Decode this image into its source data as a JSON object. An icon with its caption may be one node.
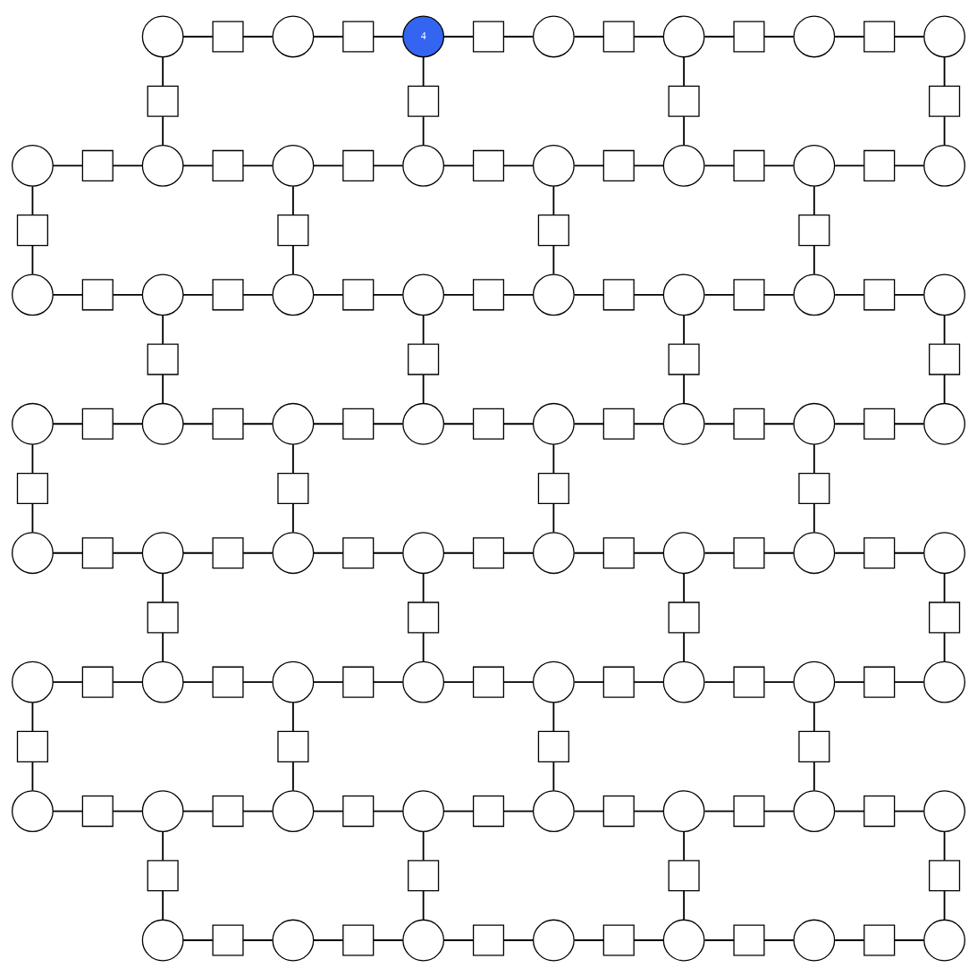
{
  "diagram": {
    "nodes": [
      {
        "text": [],
        "shape": "circle"
      },
      {
        "text": [],
        "shape": "box"
      },
      {
        "text": [],
        "shape": "circle"
      },
      {
        "text": [],
        "shape": "box"
      },
      {
        "text": [
          "4"
        ]
      },
      {
        "text": [],
        "shape": "box"
      },
      {
        "text": [],
        "shape": "circle"
      },
      {
        "text": [],
        "shape": "box"
      },
      {
        "text": [],
        "shape": "circle"
      },
      {
        "text": [],
        "shape": "box"
      },
      {
        "text": [],
        "shape": "circle"
      },
      {
        "text": [],
        "shape": "box"
      },
      {
        "text": [],
        "shape": "circle"
      },
      {
        "text": [],
        "shape": "box"
      },
      {
        "text": [],
        "shape": "box"
      },
      {
        "text": [],
        "shape": "box"
      },
      {
        "text": [],
        "shape": "box"
      },
      {
        "text": [],
        "shape": "circle"
      },
      {
        "text": [],
        "shape": "box"
      },
      {
        "text": [],
        "shape": "circle"
      },
      {
        "text": [],
        "shape": "box"
      },
      {
        "text": [],
        "shape": "circle"
      },
      {
        "text": [],
        "shape": "box"
      },
      {
        "text": [],
        "shape": "circle"
      },
      {
        "text": [],
        "shape": "box"
      },
      {
        "text": [],
        "shape": "circle"
      },
      {
        "text": [],
        "shape": "box"
      },
      {
        "text": [],
        "shape": "circle"
      },
      {
        "text": [],
        "shape": "box"
      },
      {
        "text": [],
        "shape": "circle"
      },
      {
        "text": [],
        "shape": "box"
      },
      {
        "text": [],
        "shape": "circle"
      },
      {
        "text": [],
        "shape": "box"
      },
      {
        "text": [],
        "shape": "box"
      },
      {
        "text": [],
        "shape": "box"
      },
      {
        "text": [],
        "shape": "box"
      },
      {
        "text": [],
        "shape": "circle"
      },
      {
        "text": [],
        "shape": "box"
      },
      {
        "text": [],
        "shape": "circle"
      },
      {
        "text": [],
        "shape": "box"
      },
      {
        "text": [],
        "shape": "circle"
      },
      {
        "text": [],
        "shape": "box"
      },
      {
        "text": [],
        "shape": "circle"
      },
      {
        "text": [],
        "shape": "box"
      },
      {
        "text": [],
        "shape": "circle"
      },
      {
        "text": [],
        "shape": "box"
      },
      {
        "text": [],
        "shape": "circle"
      },
      {
        "text": [],
        "shape": "box"
      },
      {
        "text": [],
        "shape": "circle"
      },
      {
        "text": [],
        "shape": "box"
      },
      {
        "text": [],
        "shape": "circle"
      },
      {
        "text": [],
        "shape": "box"
      },
      {
        "text": [],
        "shape": "box"
      },
      {
        "text": [],
        "shape": "box"
      },
      {
        "text": [],
        "shape": "box"
      },
      {
        "text": [],
        "shape": "circle"
      },
      {
        "text": [],
        "shape": "box"
      },
      {
        "text": [],
        "shape": "circle"
      },
      {
        "text": [],
        "shape": "box"
      },
      {
        "text": [],
        "shape": "circle"
      },
      {
        "text": [],
        "shape": "box"
      },
      {
        "text": [],
        "shape": "circle"
      },
      {
        "text": [],
        "shape": "box"
      },
      {
        "text": [],
        "shape": "circle"
      },
      {
        "text": [],
        "shape": "box"
      },
      {
        "text": [],
        "shape": "circle"
      },
      {
        "text": [],
        "shape": "box"
      },
      {
        "text": [],
        "shape": "circle"
      },
      {
        "text": [],
        "shape": "box"
      },
      {
        "text": [],
        "shape": "circle"
      },
      {
        "text": [],
        "shape": "box"
      },
      {
        "text": [],
        "shape": "box"
      },
      {
        "text": [],
        "shape": "box"
      },
      {
        "text": [],
        "shape": "box"
      },
      {
        "text": [],
        "shape": "circle"
      },
      {
        "text": [],
        "shape": "box"
      },
      {
        "text": [],
        "shape": "circle"
      },
      {
        "text": [],
        "shape": "box"
      },
      {
        "text": [],
        "shape": "circle"
      },
      {
        "text": [],
        "shape": "box"
      },
      {
        "text": [],
        "shape": "circle"
      },
      {
        "text": [],
        "shape": "box"
      },
      {
        "text": [],
        "shape": "circle"
      },
      {
        "text": [],
        "shape": "box"
      },
      {
        "text": [],
        "shape": "circle"
      },
      {
        "text": [],
        "shape": "box"
      },
      {
        "text": [],
        "shape": "circle"
      },
      {
        "text": [],
        "shape": "box"
      },
      {
        "text": [],
        "shape": "circle"
      },
      {
        "text": [],
        "shape": "box"
      },
      {
        "text": [],
        "shape": "box"
      },
      {
        "text": [],
        "shape": "box"
      },
      {
        "text": [],
        "shape": "box"
      },
      {
        "text": [],
        "shape": "circle"
      },
      {
        "text": [],
        "shape": "box"
      },
      {
        "text": [],
        "shape": "circle"
      },
      {
        "text": [],
        "shape": "box"
      },
      {
        "text": [],
        "shape": "circle"
      },
      {
        "text": [],
        "shape": "box"
      },
      {
        "text": [],
        "shape": "circle"
      },
      {
        "text": [],
        "shape": "box"
      },
      {
        "text": [],
        "shape": "circle"
      },
      {
        "text": [],
        "shape": "box"
      },
      {
        "text": [],
        "shape": "circle"
      },
      {
        "text": [],
        "shape": "box"
      },
      {
        "text": [],
        "shape": "circle"
      },
      {
        "text": [],
        "shape": "box"
      },
      {
        "text": [],
        "shape": "circle"
      },
      {
        "text": [],
        "shape": "box"
      },
      {
        "text": [],
        "shape": "box"
      },
      {
        "text": [],
        "shape": "box"
      },
      {
        "text": [],
        "shape": "box"
      },
      {
        "text": [],
        "shape": "circle"
      },
      {
        "text": [],
        "shape": "box"
      },
      {
        "text": [],
        "shape": "circle"
      },
      {
        "text": [],
        "shape": "box"
      },
      {
        "text": [],
        "shape": "circle"
      },
      {
        "text": [],
        "shape": "box"
      },
      {
        "text": [],
        "shape": "circle"
      },
      {
        "text": [],
        "shape": "box"
      },
      {
        "text": [],
        "shape": "circle"
      },
      {
        "text": [],
        "shape": "box"
      },
      {
        "text": [],
        "shape": "circle"
      },
      {
        "text": [],
        "shape": "box"
      },
      {
        "text": [],
        "shape": "circle"
      },
      {
        "text": [],
        "shape": "box"
      },
      {
        "text": [],
        "shape": "circle"
      },
      {
        "text": [],
        "shape": "box"
      },
      {
        "text": [],
        "shape": "box"
      },
      {
        "text": [],
        "shape": "box"
      },
      {
        "text": [],
        "shape": "box"
      },
      {
        "text": [],
        "shape": "circle"
      },
      {
        "text": [],
        "shape": "box"
      },
      {
        "text": [],
        "shape": "circle"
      },
      {
        "text": [],
        "shape": "box"
      },
      {
        "text": [],
        "shape": "circle"
      },
      {
        "text": [],
        "shape": "box"
      },
      {
        "text": [],
        "shape": "circle"
      },
      {
        "text": [],
        "shape": "box"
      },
      {
        "text": [],
        "shape": "circle"
      },
      {
        "text": [],
        "shape": "box"
      },
      {
        "text": [],
        "shape": "circle"
      },
      {
        "text": [],
        "shape": "box"
      },
      {
        "text": [],
        "shape": "circle"
      }
    ],
    "edges": [
      {
        "from": 0,
        "to": 1,
        "arrow": "none"
      },
      {
        "from": 1,
        "to": 2,
        "arrow": "none"
      },
      {
        "from": 2,
        "to": 3,
        "arrow": "none"
      },
      {
        "from": 3,
        "to": 4,
        "arrow": "none"
      },
      {
        "from": 4,
        "to": 5,
        "arrow": "none"
      },
      {
        "from": 5,
        "to": 6,
        "arrow": "none"
      },
      {
        "from": 6,
        "to": 7,
        "arrow": "none"
      },
      {
        "from": 7,
        "to": 8,
        "arrow": "none"
      },
      {
        "from": 8,
        "to": 9,
        "arrow": "none"
      },
      {
        "from": 9,
        "to": 10,
        "arrow": "none"
      },
      {
        "from": 10,
        "to": 11,
        "arrow": "none"
      },
      {
        "from": 11,
        "to": 12,
        "arrow": "none"
      },
      {
        "from": 0,
        "to": 13,
        "arrow": "none"
      },
      {
        "from": 13,
        "to": 19,
        "arrow": "none"
      },
      {
        "from": 4,
        "to": 14,
        "arrow": "none"
      },
      {
        "from": 14,
        "to": 23,
        "arrow": "none"
      },
      {
        "from": 8,
        "to": 15,
        "arrow": "none"
      },
      {
        "from": 15,
        "to": 27,
        "arrow": "none"
      },
      {
        "from": 12,
        "to": 16,
        "arrow": "none"
      },
      {
        "from": 16,
        "to": 31,
        "arrow": "none"
      },
      {
        "from": 17,
        "to": 18,
        "arrow": "none"
      },
      {
        "from": 18,
        "to": 19,
        "arrow": "none"
      },
      {
        "from": 19,
        "to": 20,
        "arrow": "none"
      },
      {
        "from": 20,
        "to": 21,
        "arrow": "none"
      },
      {
        "from": 21,
        "to": 22,
        "arrow": "none"
      },
      {
        "from": 22,
        "to": 23,
        "arrow": "none"
      },
      {
        "from": 23,
        "to": 24,
        "arrow": "none"
      },
      {
        "from": 24,
        "to": 25,
        "arrow": "none"
      },
      {
        "from": 25,
        "to": 26,
        "arrow": "none"
      },
      {
        "from": 26,
        "to": 27,
        "arrow": "none"
      },
      {
        "from": 27,
        "to": 28,
        "arrow": "none"
      },
      {
        "from": 28,
        "to": 29,
        "arrow": "none"
      },
      {
        "from": 29,
        "to": 30,
        "arrow": "none"
      },
      {
        "from": 30,
        "to": 31,
        "arrow": "none"
      },
      {
        "from": 17,
        "to": 32,
        "arrow": "none"
      },
      {
        "from": 32,
        "to": 36,
        "arrow": "none"
      },
      {
        "from": 21,
        "to": 33,
        "arrow": "none"
      },
      {
        "from": 33,
        "to": 40,
        "arrow": "none"
      },
      {
        "from": 25,
        "to": 34,
        "arrow": "none"
      },
      {
        "from": 34,
        "to": 44,
        "arrow": "none"
      },
      {
        "from": 29,
        "to": 35,
        "arrow": "none"
      },
      {
        "from": 35,
        "to": 48,
        "arrow": "none"
      },
      {
        "from": 36,
        "to": 37,
        "arrow": "none"
      },
      {
        "from": 37,
        "to": 38,
        "arrow": "none"
      },
      {
        "from": 38,
        "to": 39,
        "arrow": "none"
      },
      {
        "from": 39,
        "to": 40,
        "arrow": "none"
      },
      {
        "from": 40,
        "to": 41,
        "arrow": "none"
      },
      {
        "from": 41,
        "to": 42,
        "arrow": "none"
      },
      {
        "from": 42,
        "to": 43,
        "arrow": "none"
      },
      {
        "from": 43,
        "to": 44,
        "arrow": "none"
      },
      {
        "from": 44,
        "to": 45,
        "arrow": "none"
      },
      {
        "from": 45,
        "to": 46,
        "arrow": "none"
      },
      {
        "from": 46,
        "to": 47,
        "arrow": "none"
      },
      {
        "from": 47,
        "to": 48,
        "arrow": "none"
      },
      {
        "from": 48,
        "to": 49,
        "arrow": "none"
      },
      {
        "from": 49,
        "to": 50,
        "arrow": "none"
      },
      {
        "from": 38,
        "to": 51,
        "arrow": "none"
      },
      {
        "from": 51,
        "to": 57,
        "arrow": "none"
      },
      {
        "from": 42,
        "to": 52,
        "arrow": "none"
      },
      {
        "from": 52,
        "to": 61,
        "arrow": "none"
      },
      {
        "from": 46,
        "to": 53,
        "arrow": "none"
      },
      {
        "from": 53,
        "to": 65,
        "arrow": "none"
      },
      {
        "from": 50,
        "to": 54,
        "arrow": "none"
      },
      {
        "from": 54,
        "to": 69,
        "arrow": "none"
      },
      {
        "from": 55,
        "to": 56,
        "arrow": "none"
      },
      {
        "from": 56,
        "to": 57,
        "arrow": "none"
      },
      {
        "from": 57,
        "to": 58,
        "arrow": "none"
      },
      {
        "from": 58,
        "to": 59,
        "arrow": "none"
      },
      {
        "from": 59,
        "to": 60,
        "arrow": "none"
      },
      {
        "from": 60,
        "to": 61,
        "arrow": "none"
      },
      {
        "from": 61,
        "to": 62,
        "arrow": "none"
      },
      {
        "from": 62,
        "to": 63,
        "arrow": "none"
      },
      {
        "from": 63,
        "to": 64,
        "arrow": "none"
      },
      {
        "from": 64,
        "to": 65,
        "arrow": "none"
      },
      {
        "from": 65,
        "to": 66,
        "arrow": "none"
      },
      {
        "from": 66,
        "to": 67,
        "arrow": "none"
      },
      {
        "from": 67,
        "to": 68,
        "arrow": "none"
      },
      {
        "from": 68,
        "to": 69,
        "arrow": "none"
      },
      {
        "from": 55,
        "to": 70,
        "arrow": "none"
      },
      {
        "from": 70,
        "to": 74,
        "arrow": "none"
      },
      {
        "from": 59,
        "to": 71,
        "arrow": "none"
      },
      {
        "from": 71,
        "to": 78,
        "arrow": "none"
      },
      {
        "from": 63,
        "to": 72,
        "arrow": "none"
      },
      {
        "from": 72,
        "to": 82,
        "arrow": "none"
      },
      {
        "from": 67,
        "to": 73,
        "arrow": "none"
      },
      {
        "from": 73,
        "to": 86,
        "arrow": "none"
      },
      {
        "from": 74,
        "to": 75,
        "arrow": "none"
      },
      {
        "from": 75,
        "to": 76,
        "arrow": "none"
      },
      {
        "from": 76,
        "to": 77,
        "arrow": "none"
      },
      {
        "from": 77,
        "to": 78,
        "arrow": "none"
      },
      {
        "from": 78,
        "to": 79,
        "arrow": "none"
      },
      {
        "from": 79,
        "to": 80,
        "arrow": "none"
      },
      {
        "from": 80,
        "to": 81,
        "arrow": "none"
      },
      {
        "from": 81,
        "to": 82,
        "arrow": "none"
      },
      {
        "from": 82,
        "to": 83,
        "arrow": "none"
      },
      {
        "from": 83,
        "to": 84,
        "arrow": "none"
      },
      {
        "from": 84,
        "to": 85,
        "arrow": "none"
      },
      {
        "from": 85,
        "to": 86,
        "arrow": "none"
      },
      {
        "from": 86,
        "to": 87,
        "arrow": "none"
      },
      {
        "from": 87,
        "to": 88,
        "arrow": "none"
      },
      {
        "from": 76,
        "to": 89,
        "arrow": "none"
      },
      {
        "from": 89,
        "to": 95,
        "arrow": "none"
      },
      {
        "from": 80,
        "to": 90,
        "arrow": "none"
      },
      {
        "from": 90,
        "to": 99,
        "arrow": "none"
      },
      {
        "from": 84,
        "to": 91,
        "arrow": "none"
      },
      {
        "from": 91,
        "to": 103,
        "arrow": "none"
      },
      {
        "from": 88,
        "to": 92,
        "arrow": "none"
      },
      {
        "from": 92,
        "to": 107,
        "arrow": "none"
      },
      {
        "from": 93,
        "to": 94,
        "arrow": "none"
      },
      {
        "from": 94,
        "to": 95,
        "arrow": "none"
      },
      {
        "from": 95,
        "to": 96,
        "arrow": "none"
      },
      {
        "from": 96,
        "to": 97,
        "arrow": "none"
      },
      {
        "from": 97,
        "to": 98,
        "arrow": "none"
      },
      {
        "from": 98,
        "to": 99,
        "arrow": "none"
      },
      {
        "from": 99,
        "to": 100,
        "arrow": "none"
      },
      {
        "from": 100,
        "to": 101,
        "arrow": "none"
      },
      {
        "from": 101,
        "to": 102,
        "arrow": "none"
      },
      {
        "from": 102,
        "to": 103,
        "arrow": "none"
      },
      {
        "from": 103,
        "to": 104,
        "arrow": "none"
      },
      {
        "from": 104,
        "to": 105,
        "arrow": "none"
      },
      {
        "from": 105,
        "to": 106,
        "arrow": "none"
      },
      {
        "from": 106,
        "to": 107,
        "arrow": "none"
      },
      {
        "from": 93,
        "to": 108,
        "arrow": "none"
      },
      {
        "from": 108,
        "to": 112,
        "arrow": "none"
      },
      {
        "from": 97,
        "to": 109,
        "arrow": "none"
      },
      {
        "from": 109,
        "to": 116,
        "arrow": "none"
      },
      {
        "from": 101,
        "to": 110,
        "arrow": "none"
      },
      {
        "from": 110,
        "to": 120,
        "arrow": "none"
      },
      {
        "from": 105,
        "to": 111,
        "arrow": "none"
      },
      {
        "from": 111,
        "to": 124,
        "arrow": "none"
      },
      {
        "from": 112,
        "to": 113,
        "arrow": "none"
      },
      {
        "from": 113,
        "to": 114,
        "arrow": "none"
      },
      {
        "from": 114,
        "to": 115,
        "arrow": "none"
      },
      {
        "from": 115,
        "to": 116,
        "arrow": "none"
      },
      {
        "from": 116,
        "to": 117,
        "arrow": "none"
      },
      {
        "from": 117,
        "to": 118,
        "arrow": "none"
      },
      {
        "from": 118,
        "to": 119,
        "arrow": "none"
      },
      {
        "from": 119,
        "to": 120,
        "arrow": "none"
      },
      {
        "from": 120,
        "to": 121,
        "arrow": "none"
      },
      {
        "from": 121,
        "to": 122,
        "arrow": "none"
      },
      {
        "from": 122,
        "to": 123,
        "arrow": "none"
      },
      {
        "from": 123,
        "to": 124,
        "arrow": "none"
      },
      {
        "from": 124,
        "to": 125,
        "arrow": "none"
      },
      {
        "from": 125,
        "to": 126,
        "arrow": "none"
      },
      {
        "from": 114,
        "to": 127,
        "arrow": "none"
      },
      {
        "from": 127,
        "to": 131,
        "arrow": "none"
      },
      {
        "from": 118,
        "to": 128,
        "arrow": "none"
      },
      {
        "from": 128,
        "to": 135,
        "arrow": "none"
      },
      {
        "from": 122,
        "to": 129,
        "arrow": "none"
      },
      {
        "from": 129,
        "to": 139,
        "arrow": "none"
      },
      {
        "from": 126,
        "to": 130,
        "arrow": "none"
      },
      {
        "from": 130,
        "to": 143,
        "arrow": "none"
      },
      {
        "from": 131,
        "to": 132,
        "arrow": "none"
      },
      {
        "from": 132,
        "to": 133,
        "arrow": "none"
      },
      {
        "from": 133,
        "to": 134,
        "arrow": "none"
      },
      {
        "from": 134,
        "to": 135,
        "arrow": "none"
      },
      {
        "from": 135,
        "to": 136,
        "arrow": "none"
      },
      {
        "from": 136,
        "to": 137,
        "arrow": "none"
      },
      {
        "from": 137,
        "to": 138,
        "arrow": "none"
      },
      {
        "from": 138,
        "to": 139,
        "arrow": "none"
      },
      {
        "from": 139,
        "to": 140,
        "arrow": "none"
      },
      {
        "from": 140,
        "to": 141,
        "arrow": "none"
      },
      {
        "from": 141,
        "to": 142,
        "arrow": "none"
      },
      {
        "from": 142,
        "to": 143,
        "arrow": "none"
      }
    ]
  }
}
